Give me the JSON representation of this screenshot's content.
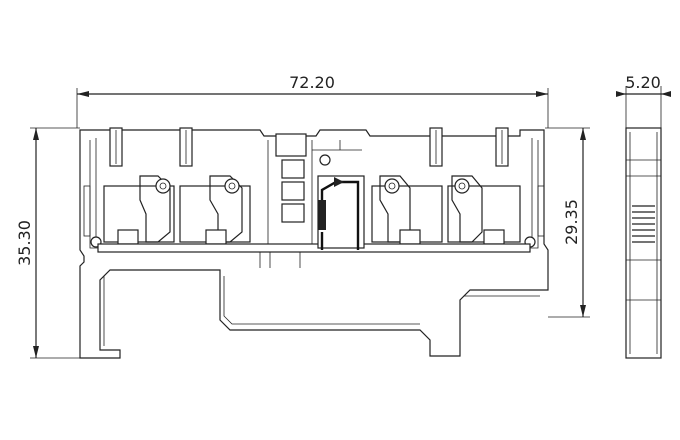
{
  "dimensions": {
    "total_width": "72.20",
    "side_width": "5.20",
    "total_height": "35.30",
    "inner_height": "29.35"
  }
}
